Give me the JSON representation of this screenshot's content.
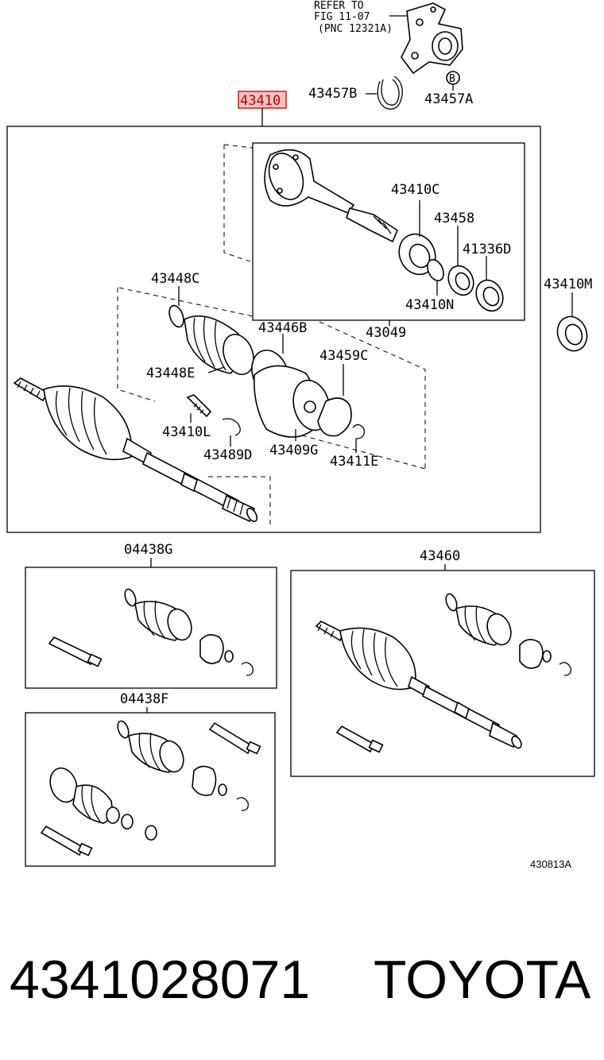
{
  "reference": {
    "line1": "REFER TO",
    "line2": "FIG 11-07",
    "line3": "(PNC 12321A)"
  },
  "callout_b": "B",
  "selected_part": "43410",
  "labels": {
    "p43457B": "43457B",
    "p43457A": "43457A",
    "p43410C": "43410C",
    "p43458": "43458",
    "p41336D": "41336D",
    "p43410M": "43410M",
    "p43410N": "43410N",
    "p43049": "43049",
    "p43448C": "43448C",
    "p43446B": "43446B",
    "p43448E": "43448E",
    "p43459C": "43459C",
    "p43410L": "43410L",
    "p43489D": "43489D",
    "p43409G": "43409G",
    "p43411E": "43411E",
    "p04438G": "04438G",
    "p43460": "43460",
    "p04438F": "04438F"
  },
  "figure_code": "430813A",
  "footer": {
    "part_number": "4341028071",
    "brand": "TOYOTA"
  }
}
